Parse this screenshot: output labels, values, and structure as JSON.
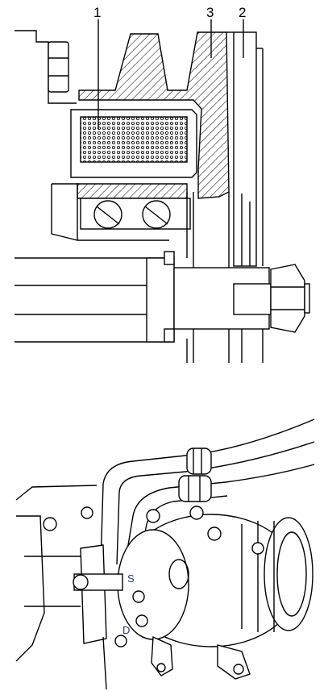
{
  "top_diagram": {
    "callouts": [
      {
        "id": "1",
        "text": "1"
      },
      {
        "id": "3",
        "text": "3"
      },
      {
        "id": "2",
        "text": "2"
      }
    ]
  },
  "bottom_illustration": {
    "port_marks": [
      {
        "id": "S",
        "text": "S"
      },
      {
        "id": "D",
        "text": "D"
      }
    ]
  }
}
